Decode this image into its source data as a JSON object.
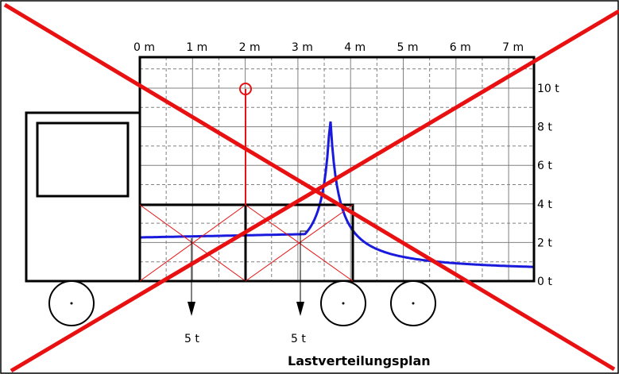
{
  "title": "Lastverteilungsplan",
  "x_ticks": [
    "0 m",
    "1 m",
    "2 m",
    "3 m",
    "4 m",
    "5 m",
    "6 m",
    "7 m"
  ],
  "y_ticks": [
    "0 t",
    "2 t",
    "4 t",
    "6 t",
    "8 t",
    "10 t"
  ],
  "load_labels": [
    "5 t",
    "5 t"
  ],
  "colors": {
    "curve": "#1a1adc",
    "crossout": "#e81010",
    "center_marker": "#e81010",
    "grid": "#808080",
    "outline": "#000000"
  }
}
